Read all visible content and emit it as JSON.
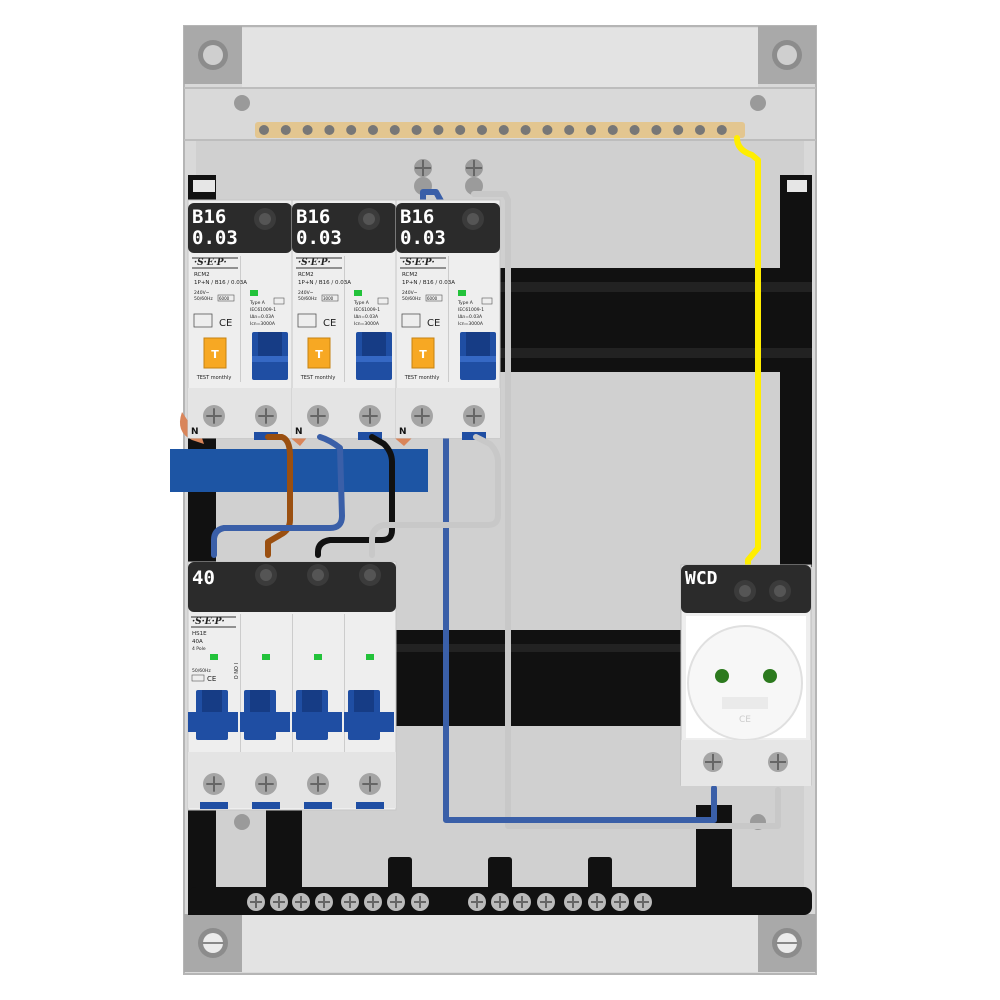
{
  "colors": {
    "enclosure": "#d9d9d9",
    "panel": "#d0d0d0",
    "rail": "#111111",
    "module_face": "#eeeeee",
    "label_bar": "#2b2b2b",
    "toggle": "#1f4ea3",
    "test_button": "#f7a823",
    "led": "#22c23a",
    "busbar_brass": "#e3c690",
    "wire_blue": "#3a5fa8",
    "wire_brown": "#9a4f10",
    "wire_black": "#111111",
    "wire_grey": "#c8c8c8",
    "wire_yellow": "#ffee00",
    "comb_busbar": "#1d55a4",
    "copper": "#d9855a"
  },
  "rcbo_modules": [
    {
      "rating": "B16",
      "sensitivity": "0.03",
      "brand": "·S·E·P·",
      "model": "RCM2",
      "spec": "1P+N / B16 / 0.03A",
      "voltage": "240V~",
      "freq": "50/60Hz",
      "code": "6000",
      "type": "Type A",
      "standard": "IEC61009-1",
      "idn": "IΔn=0.03A",
      "icn": "Icn=3000A",
      "test_label": "T",
      "test_text": "TEST monthly",
      "neutral": "N"
    },
    {
      "rating": "B16",
      "sensitivity": "0.03",
      "brand": "·S·E·P·",
      "model": "RCM2",
      "spec": "1P+N / B16 / 0.03A",
      "voltage": "240V~",
      "freq": "50/60Hz",
      "code": "3000",
      "type": "Type A",
      "standard": "IEC61009-1",
      "idn": "IΔn=0.03A",
      "icn": "Icn=3000A",
      "test_label": "T",
      "test_text": "TEST monthly",
      "neutral": "N"
    },
    {
      "rating": "B16",
      "sensitivity": "0.03",
      "brand": "·S·E·P·",
      "model": "RCM2",
      "spec": "1P+N / B16 / 0.03A",
      "voltage": "240V~",
      "freq": "50/60Hz",
      "code": "6000",
      "type": "Type A",
      "standard": "IEC61009-1",
      "idn": "IΔn=0.03A",
      "icn": "Icn=3000A",
      "test_label": "T",
      "test_text": "TEST monthly",
      "neutral": "N"
    }
  ],
  "main_switch": {
    "rating": "40",
    "brand": "·S·E·P·",
    "model": "HS1E",
    "current": "40A",
    "poles": "4 Pole",
    "freq": "50/60Hz",
    "marking": "I ON O"
  },
  "socket": {
    "label": "WCD",
    "mark": "CE"
  }
}
